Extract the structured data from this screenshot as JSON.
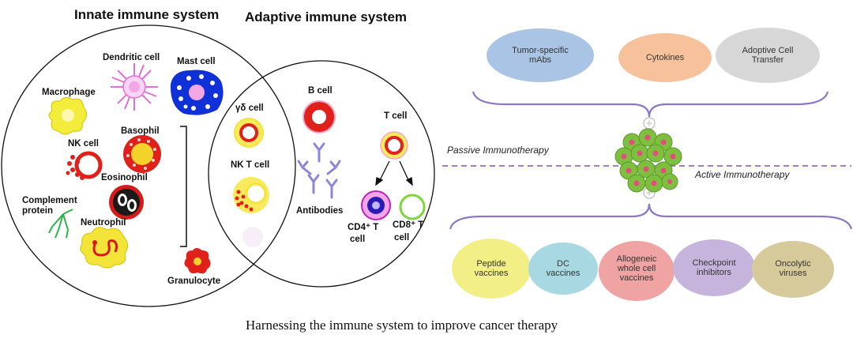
{
  "headers": {
    "innate": "Innate immune system",
    "adaptive": "Adaptive immune system"
  },
  "innate_cells": {
    "dendritic": "Dendritic cell",
    "mast": "Mast cell",
    "macrophage": "Macrophage",
    "basophil": "Basophil",
    "nk": "NK cell",
    "eosinophil": "Eosinophil",
    "complement_1": "Complement",
    "complement_2": "protein",
    "neutrophil": "Neutrophil",
    "granulocyte": "Granulocyte"
  },
  "overlap_cells": {
    "gd": "γδ cell",
    "nkt": "NK T cell"
  },
  "adaptive_cells": {
    "bcell": "B cell",
    "tcell": "T cell",
    "antibodies": "Antibodies",
    "cd4_1": "CD4⁺ T",
    "cd4_2": "cell",
    "cd8_1": "CD8⁺ T",
    "cd8_2": "cell"
  },
  "passive": {
    "label": "Passive Immunotherapy",
    "items": [
      "Tumor-specific mAbs",
      "Cytokines",
      "Adoptive Cell Transfer"
    ],
    "colors": [
      "#a9c4e4",
      "#f7c29b",
      "#d7d7d7"
    ]
  },
  "active": {
    "label": "Active Immunotherapy",
    "items": [
      "Peptide vaccines",
      "DC vaccines",
      "Allogeneic whole cell vaccines",
      "Checkpoint inhibitors",
      "Oncolytic viruses"
    ],
    "colors": [
      "#f2ef86",
      "#a8d9e2",
      "#efa3a3",
      "#c7b4dc",
      "#d7ca9a"
    ]
  },
  "caption": "Harnessing the immune system to improve cancer therapy"
}
